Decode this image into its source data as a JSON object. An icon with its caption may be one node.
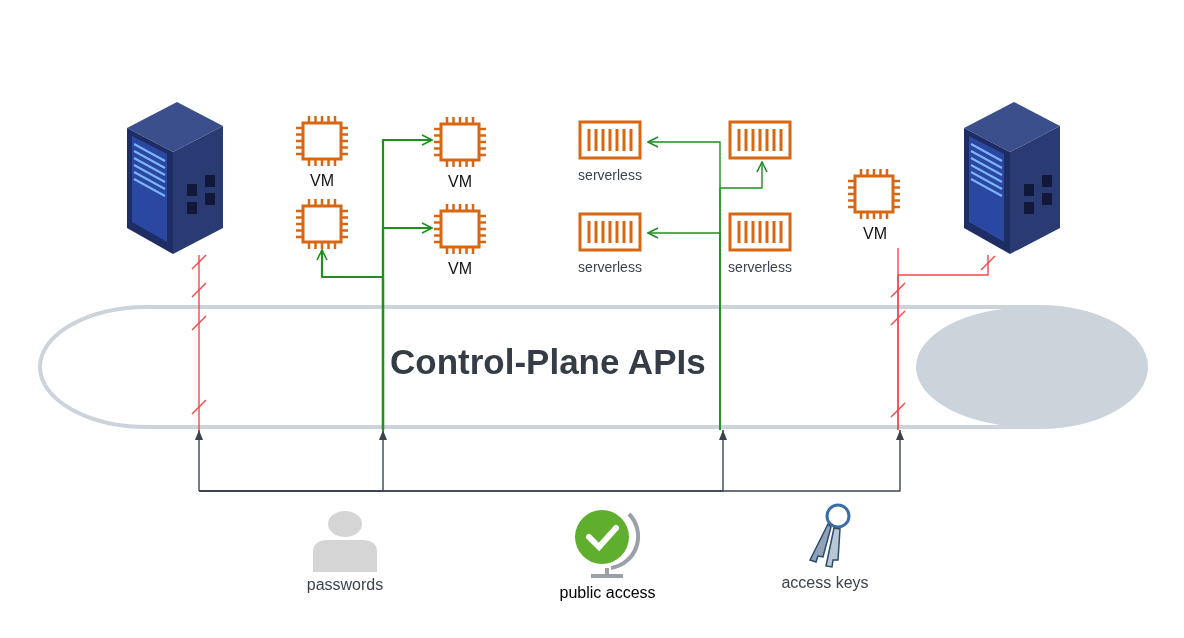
{
  "diagram": {
    "nodes": [
      {
        "text": [],
        "shape": "picture"
      },
      {
        "text": [
          "VM"
        ]
      },
      {
        "text": [],
        "shape": "picture"
      },
      {
        "text": [
          "VM"
        ]
      },
      {
        "text": [
          "VM"
        ]
      },
      {
        "text": [
          "serverless"
        ]
      },
      {
        "text": [],
        "shape": "picture"
      },
      {
        "text": [
          "serverless"
        ]
      },
      {
        "text": [
          "serverless"
        ]
      },
      {
        "text": [
          "VM"
        ]
      },
      {
        "text": [],
        "shape": "picture"
      },
      {
        "text": [
          "Control-Plane APIs"
        ]
      },
      {
        "text": [
          "passwords"
        ]
      },
      {
        "text": [
          "public access"
        ]
      },
      {
        "text": [
          "access keys"
        ]
      }
    ],
    "edges": [
      {
        "from": null,
        "to": 11,
        "arrow": "to",
        "color": "#3b4350"
      },
      {
        "from": null,
        "to": 11,
        "arrow": "to",
        "color": "#3b4350"
      },
      {
        "from": null,
        "to": 11,
        "arrow": "to",
        "color": "#3b4350"
      },
      {
        "from": null,
        "to": 11,
        "arrow": "to",
        "color": "#3b4350"
      },
      {
        "from": 11,
        "to": 0,
        "arrow": "none",
        "color": "#ee4b4b"
      },
      {
        "from": 11,
        "to": 2,
        "arrow": "to",
        "color": "#1f8f1f"
      },
      {
        "from": 11,
        "to": 3,
        "arrow": "to",
        "color": "#1f8f1f"
      },
      {
        "from": 11,
        "to": 4,
        "arrow": "to",
        "color": "#1f8f1f"
      },
      {
        "from": 11,
        "to": 5,
        "arrow": "to",
        "color": "#1f8f1f"
      },
      {
        "from": 11,
        "to": 6,
        "arrow": "to",
        "color": "#1f8f1f"
      },
      {
        "from": 11,
        "to": 7,
        "arrow": "to",
        "color": "#1f8f1f"
      },
      {
        "from": 11,
        "to": 9,
        "arrow": "none",
        "color": "#ee4b4b"
      },
      {
        "from": 11,
        "to": 10,
        "arrow": "none",
        "color": "#ee4b4b"
      }
    ]
  }
}
